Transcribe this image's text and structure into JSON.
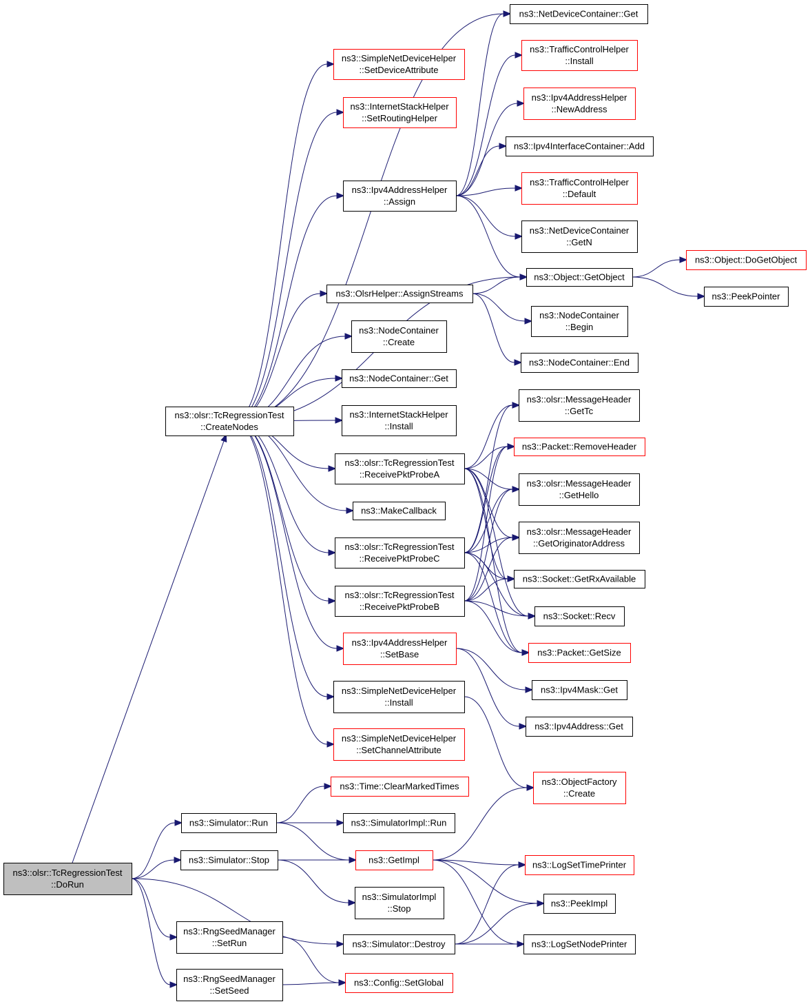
{
  "colors": {
    "edge": "#191970",
    "ref_border": "#ff0000",
    "node_border": "#000000",
    "root_fill": "#bfbfbf"
  },
  "nodes": [
    {
      "id": "dorun",
      "lines": [
        "ns3::olsr::TcRegressionTest",
        "::DoRun"
      ],
      "style": "root"
    },
    {
      "id": "createnodes",
      "lines": [
        "ns3::olsr::TcRegressionTest",
        "::CreateNodes"
      ],
      "style": "normal"
    },
    {
      "id": "snd_setdevattr",
      "lines": [
        "ns3::SimpleNetDeviceHelper",
        "::SetDeviceAttribute"
      ],
      "style": "ref"
    },
    {
      "id": "ish_setrouting",
      "lines": [
        "ns3::InternetStackHelper",
        "::SetRoutingHelper"
      ],
      "style": "ref"
    },
    {
      "id": "ipv4ah_assign",
      "lines": [
        "ns3::Ipv4AddressHelper",
        "::Assign"
      ],
      "style": "normal"
    },
    {
      "id": "olsr_assign",
      "lines": [
        "ns3::OlsrHelper::AssignStreams"
      ],
      "style": "normal"
    },
    {
      "id": "nc_create",
      "lines": [
        "ns3::NodeContainer",
        "::Create"
      ],
      "style": "normal"
    },
    {
      "id": "nc_get",
      "lines": [
        "ns3::NodeContainer::Get"
      ],
      "style": "normal"
    },
    {
      "id": "ish_install",
      "lines": [
        "ns3::InternetStackHelper",
        "::Install"
      ],
      "style": "normal"
    },
    {
      "id": "rppa",
      "lines": [
        "ns3::olsr::TcRegressionTest",
        "::ReceivePktProbeA"
      ],
      "style": "normal"
    },
    {
      "id": "makecb",
      "lines": [
        "ns3::MakeCallback"
      ],
      "style": "normal"
    },
    {
      "id": "rppc",
      "lines": [
        "ns3::olsr::TcRegressionTest",
        "::ReceivePktProbeC"
      ],
      "style": "normal"
    },
    {
      "id": "rppb",
      "lines": [
        "ns3::olsr::TcRegressionTest",
        "::ReceivePktProbeB"
      ],
      "style": "normal"
    },
    {
      "id": "ipv4ah_setbase",
      "lines": [
        "ns3::Ipv4AddressHelper",
        "::SetBase"
      ],
      "style": "ref"
    },
    {
      "id": "snd_install",
      "lines": [
        "ns3::SimpleNetDeviceHelper",
        "::Install"
      ],
      "style": "normal"
    },
    {
      "id": "snd_setchattr",
      "lines": [
        "ns3::SimpleNetDeviceHelper",
        "::SetChannelAttribute"
      ],
      "style": "ref"
    },
    {
      "id": "ndc_get",
      "lines": [
        "ns3::NetDeviceContainer::Get"
      ],
      "style": "normal"
    },
    {
      "id": "tch_install",
      "lines": [
        "ns3::TrafficControlHelper",
        "::Install"
      ],
      "style": "ref"
    },
    {
      "id": "ipv4ah_newaddr",
      "lines": [
        "ns3::Ipv4AddressHelper",
        "::NewAddress"
      ],
      "style": "ref"
    },
    {
      "id": "ipv4ic_add",
      "lines": [
        "ns3::Ipv4InterfaceContainer::Add"
      ],
      "style": "normal"
    },
    {
      "id": "tch_default",
      "lines": [
        "ns3::TrafficControlHelper",
        "::Default"
      ],
      "style": "ref"
    },
    {
      "id": "ndc_getn",
      "lines": [
        "ns3::NetDeviceContainer",
        "::GetN"
      ],
      "style": "normal"
    },
    {
      "id": "obj_getobject",
      "lines": [
        "ns3::Object::GetObject"
      ],
      "style": "normal"
    },
    {
      "id": "obj_dogetobject",
      "lines": [
        "ns3::Object::DoGetObject"
      ],
      "style": "ref"
    },
    {
      "id": "peekpointer",
      "lines": [
        "ns3::PeekPointer"
      ],
      "style": "normal"
    },
    {
      "id": "nc_begin",
      "lines": [
        "ns3::NodeContainer",
        "::Begin"
      ],
      "style": "normal"
    },
    {
      "id": "nc_end",
      "lines": [
        "ns3::NodeContainer::End"
      ],
      "style": "normal"
    },
    {
      "id": "mh_gettc",
      "lines": [
        "ns3::olsr::MessageHeader",
        "::GetTc"
      ],
      "style": "normal"
    },
    {
      "id": "pkt_removehdr",
      "lines": [
        "ns3::Packet::RemoveHeader"
      ],
      "style": "ref"
    },
    {
      "id": "mh_gethello",
      "lines": [
        "ns3::olsr::MessageHeader",
        "::GetHello"
      ],
      "style": "normal"
    },
    {
      "id": "mh_getorig",
      "lines": [
        "ns3::olsr::MessageHeader",
        "::GetOriginatorAddress"
      ],
      "style": "normal"
    },
    {
      "id": "sock_getrx",
      "lines": [
        "ns3::Socket::GetRxAvailable"
      ],
      "style": "normal"
    },
    {
      "id": "sock_recv",
      "lines": [
        "ns3::Socket::Recv"
      ],
      "style": "normal"
    },
    {
      "id": "pkt_getsize",
      "lines": [
        "ns3::Packet::GetSize"
      ],
      "style": "ref"
    },
    {
      "id": "ipv4mask_get",
      "lines": [
        "ns3::Ipv4Mask::Get"
      ],
      "style": "normal"
    },
    {
      "id": "ipv4addr_get",
      "lines": [
        "ns3::Ipv4Address::Get"
      ],
      "style": "normal"
    },
    {
      "id": "objfactory_create",
      "lines": [
        "ns3::ObjectFactory",
        "::Create"
      ],
      "style": "ref"
    },
    {
      "id": "time_clear",
      "lines": [
        "ns3::Time::ClearMarkedTimes"
      ],
      "style": "ref"
    },
    {
      "id": "sim_run",
      "lines": [
        "ns3::Simulator::Run"
      ],
      "style": "normal"
    },
    {
      "id": "simimpl_run",
      "lines": [
        "ns3::SimulatorImpl::Run"
      ],
      "style": "normal"
    },
    {
      "id": "sim_stop",
      "lines": [
        "ns3::Simulator::Stop"
      ],
      "style": "normal"
    },
    {
      "id": "getimpl",
      "lines": [
        "ns3::GetImpl"
      ],
      "style": "ref"
    },
    {
      "id": "logsettime",
      "lines": [
        "ns3::LogSetTimePrinter"
      ],
      "style": "ref"
    },
    {
      "id": "simimpl_stop",
      "lines": [
        "ns3::SimulatorImpl",
        "::Stop"
      ],
      "style": "normal"
    },
    {
      "id": "peekimpl",
      "lines": [
        "ns3::PeekImpl"
      ],
      "style": "normal"
    },
    {
      "id": "rsm_setrun",
      "lines": [
        "ns3::RngSeedManager",
        "::SetRun"
      ],
      "style": "normal"
    },
    {
      "id": "sim_destroy",
      "lines": [
        "ns3::Simulator::Destroy"
      ],
      "style": "normal"
    },
    {
      "id": "logsetnode",
      "lines": [
        "ns3::LogSetNodePrinter"
      ],
      "style": "normal"
    },
    {
      "id": "rsm_setseed",
      "lines": [
        "ns3::RngSeedManager",
        "::SetSeed"
      ],
      "style": "normal"
    },
    {
      "id": "config_setglobal",
      "lines": [
        "ns3::Config::SetGlobal"
      ],
      "style": "ref"
    }
  ],
  "edges": [
    [
      "dorun",
      "createnodes"
    ],
    [
      "dorun",
      "sim_run"
    ],
    [
      "dorun",
      "sim_stop"
    ],
    [
      "dorun",
      "sim_destroy"
    ],
    [
      "dorun",
      "rsm_setrun"
    ],
    [
      "dorun",
      "rsm_setseed"
    ],
    [
      "createnodes",
      "snd_setdevattr"
    ],
    [
      "createnodes",
      "ish_setrouting"
    ],
    [
      "createnodes",
      "ipv4ah_assign"
    ],
    [
      "createnodes",
      "ndc_get"
    ],
    [
      "createnodes",
      "obj_getobject"
    ],
    [
      "createnodes",
      "olsr_assign"
    ],
    [
      "createnodes",
      "nc_create"
    ],
    [
      "createnodes",
      "nc_get"
    ],
    [
      "createnodes",
      "ish_install"
    ],
    [
      "createnodes",
      "rppa"
    ],
    [
      "createnodes",
      "makecb"
    ],
    [
      "createnodes",
      "rppc"
    ],
    [
      "createnodes",
      "rppb"
    ],
    [
      "createnodes",
      "ipv4ah_setbase"
    ],
    [
      "createnodes",
      "snd_install"
    ],
    [
      "createnodes",
      "snd_setchattr"
    ],
    [
      "ipv4ah_assign",
      "ndc_get"
    ],
    [
      "ipv4ah_assign",
      "tch_install"
    ],
    [
      "ipv4ah_assign",
      "ipv4ah_newaddr"
    ],
    [
      "ipv4ah_assign",
      "ipv4ic_add"
    ],
    [
      "ipv4ah_assign",
      "tch_default"
    ],
    [
      "ipv4ah_assign",
      "ndc_getn"
    ],
    [
      "ipv4ah_assign",
      "obj_getobject"
    ],
    [
      "olsr_assign",
      "obj_getobject"
    ],
    [
      "olsr_assign",
      "nc_begin"
    ],
    [
      "olsr_assign",
      "nc_end"
    ],
    [
      "obj_getobject",
      "obj_dogetobject"
    ],
    [
      "obj_getobject",
      "peekpointer"
    ],
    [
      "rppa",
      "mh_gettc"
    ],
    [
      "rppa",
      "pkt_removehdr"
    ],
    [
      "rppa",
      "mh_gethello"
    ],
    [
      "rppa",
      "mh_getorig"
    ],
    [
      "rppa",
      "sock_getrx"
    ],
    [
      "rppa",
      "sock_recv"
    ],
    [
      "rppa",
      "pkt_getsize"
    ],
    [
      "rppc",
      "mh_gettc"
    ],
    [
      "rppc",
      "pkt_removehdr"
    ],
    [
      "rppc",
      "mh_gethello"
    ],
    [
      "rppc",
      "mh_getorig"
    ],
    [
      "rppc",
      "sock_getrx"
    ],
    [
      "rppc",
      "sock_recv"
    ],
    [
      "rppc",
      "pkt_getsize"
    ],
    [
      "rppb",
      "pkt_removehdr"
    ],
    [
      "rppb",
      "mh_gethello"
    ],
    [
      "rppb",
      "mh_getorig"
    ],
    [
      "rppb",
      "sock_getrx"
    ],
    [
      "rppb",
      "sock_recv"
    ],
    [
      "rppb",
      "pkt_getsize"
    ],
    [
      "ipv4ah_setbase",
      "ipv4mask_get"
    ],
    [
      "ipv4ah_setbase",
      "ipv4addr_get"
    ],
    [
      "snd_install",
      "objfactory_create"
    ],
    [
      "sim_run",
      "time_clear"
    ],
    [
      "sim_run",
      "simimpl_run"
    ],
    [
      "sim_run",
      "getimpl"
    ],
    [
      "sim_stop",
      "getimpl"
    ],
    [
      "sim_stop",
      "simimpl_stop"
    ],
    [
      "getimpl",
      "objfactory_create"
    ],
    [
      "getimpl",
      "logsettime"
    ],
    [
      "getimpl",
      "peekimpl"
    ],
    [
      "getimpl",
      "logsetnode"
    ],
    [
      "sim_destroy",
      "logsettime"
    ],
    [
      "sim_destroy",
      "peekimpl"
    ],
    [
      "sim_destroy",
      "logsetnode"
    ],
    [
      "rsm_setrun",
      "config_setglobal"
    ],
    [
      "rsm_setseed",
      "config_setglobal"
    ]
  ]
}
